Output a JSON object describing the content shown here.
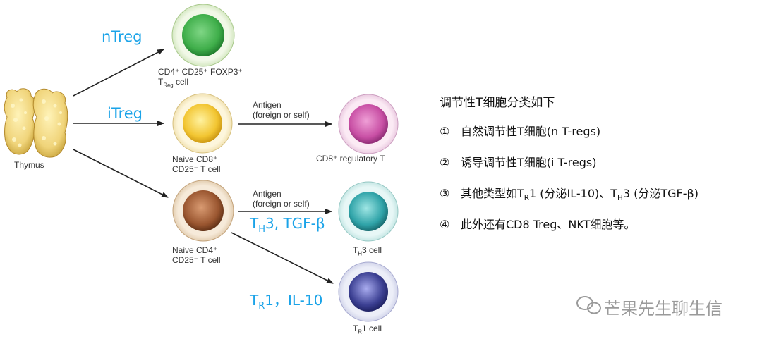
{
  "labels": {
    "thymus": "Thymus",
    "ntreg_arrow": "nTreg",
    "itreg_arrow": "iTreg",
    "ntreg_cell": "CD4⁺ CD25⁺ FOXP3⁺",
    "ntreg_cell_line2_pre": "T",
    "ntreg_cell_line2_sub": "Reg",
    "ntreg_cell_line2_post": " cell",
    "naive_cd8_line1": "Naive CD8⁺",
    "naive_cd8_line2": "CD25⁻ T cell",
    "antigen_1a": "Antigen",
    "antigen_1b": "(foreign or self)",
    "cd8_reg": "CD8⁺ regulatory T",
    "naive_cd4_line1": "Naive CD4⁺",
    "naive_cd4_line2": "CD25⁻ T cell",
    "antigen_2a": "Antigen",
    "antigen_2b": "(foreign or self)",
    "th3_blue_pre": "T",
    "th3_blue_sub": "H",
    "th3_blue_post": "3, TGF-β",
    "th3_cell_pre": "T",
    "th3_cell_sub": "H",
    "th3_cell_post": "3 cell",
    "tr1_blue_pre": "T",
    "tr1_blue_sub": "R",
    "tr1_blue_post": "1，IL-10",
    "tr1_cell_pre": "T",
    "tr1_cell_sub": "R",
    "tr1_cell_post": "1 cell"
  },
  "panel": {
    "title": "调节性T细胞分类如下",
    "items": [
      {
        "num": "①",
        "text": "自然调节性T细胞(n T-regs)"
      },
      {
        "num": "②",
        "text": "诱导调节性T细胞(i T-regs)"
      },
      {
        "num": "③",
        "pre": "其他类型如T",
        "sub1": "R",
        "mid": "1 (分泌IL-10)、T",
        "sub2": "H",
        "post": "3 (分泌TGF-β)"
      },
      {
        "num": "④",
        "text": "此外还有CD8 Treg、NKT细胞等。"
      }
    ]
  },
  "watermark": "芒果先生聊生信",
  "colors": {
    "ntreg_cell": "#3fae4a",
    "naive_cd8_cell": "#f2c531",
    "cd8_reg_cell": "#c84fa4",
    "naive_cd4_cell": "#9a5630",
    "th3_cell": "#2fa3a8",
    "tr1_cell": "#3b3f92",
    "accent_text": "#1aa3e8",
    "thymus": "#f0d47a"
  }
}
